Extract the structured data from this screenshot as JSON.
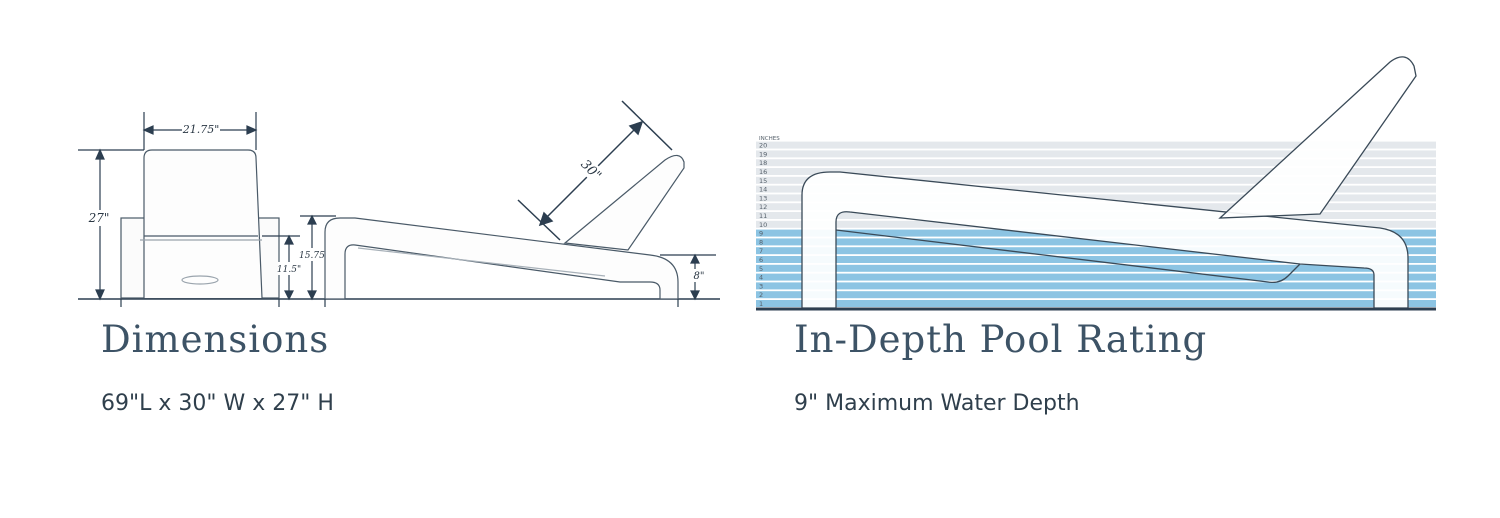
{
  "dimensions": {
    "title": "Dimensions",
    "subtitle": "69\"L x 30\" W x 27\" H",
    "labels": {
      "width": "21.75\"",
      "height": "27\"",
      "seat_height": "11.5\"",
      "arm_height": "15.75\"",
      "back_length": "30\"",
      "foot_height": "8\""
    }
  },
  "pool": {
    "title": "In-Depth Pool Rating",
    "subtitle": "9\" Maximum Water Depth",
    "gauge_label": "INCHES",
    "gauge_ticks": [
      "1",
      "2",
      "3",
      "4",
      "5",
      "6",
      "7",
      "8",
      "9",
      "10",
      "11",
      "12",
      "13",
      "14",
      "15",
      "16",
      "18",
      "19",
      "20"
    ],
    "water_level_ticks": 9,
    "colors": {
      "water": "#8cc4e3",
      "band": "#e4e8ec",
      "ink": "#2c3e50"
    }
  }
}
